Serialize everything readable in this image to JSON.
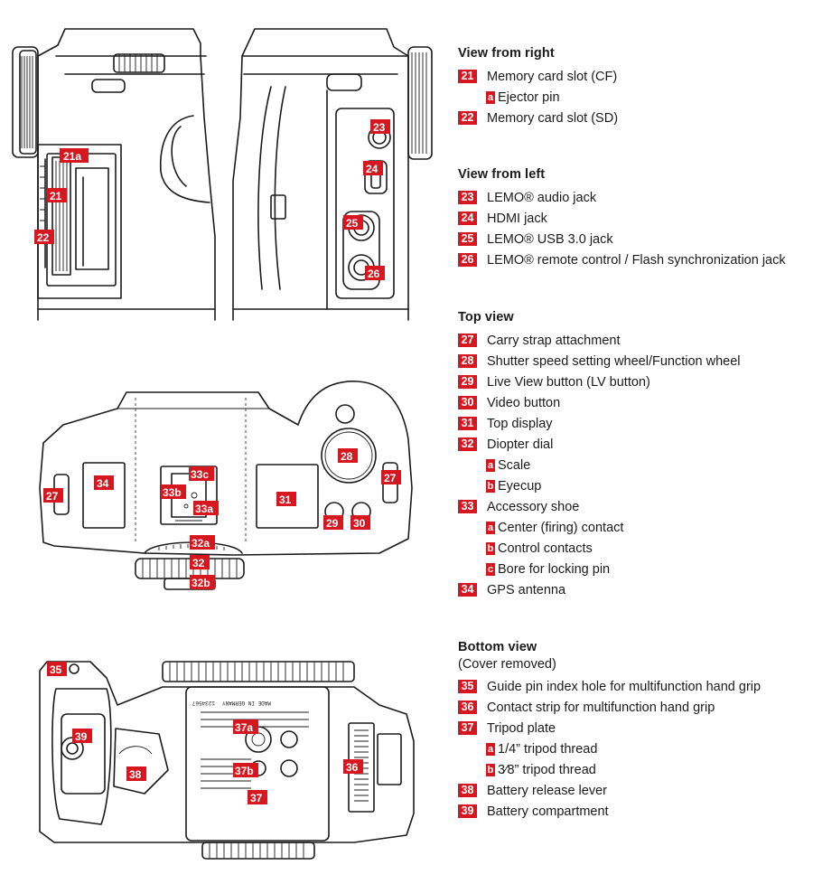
{
  "sections": [
    {
      "title": "View from right",
      "subtitle": "",
      "items": [
        {
          "num": "21",
          "label": "Memory card slot (CF)",
          "subs": [
            {
              "letter": "a",
              "label": "Ejector pin"
            }
          ]
        },
        {
          "num": "22",
          "label": "Memory card slot (SD)",
          "subs": []
        }
      ]
    },
    {
      "title": "View from left",
      "subtitle": "",
      "items": [
        {
          "num": "23",
          "label": "LEMO® audio jack",
          "subs": []
        },
        {
          "num": "24",
          "label": "HDMI jack",
          "subs": []
        },
        {
          "num": "25",
          "label": "LEMO® USB 3.0 jack",
          "subs": []
        },
        {
          "num": "26",
          "label": "LEMO® remote control / Flash synchronization jack",
          "subs": []
        }
      ]
    },
    {
      "title": "Top view",
      "subtitle": "",
      "items": [
        {
          "num": "27",
          "label": "Carry strap attachment",
          "subs": []
        },
        {
          "num": "28",
          "label": "Shutter speed setting wheel/Function wheel",
          "subs": []
        },
        {
          "num": "29",
          "label": "Live View button (LV button)",
          "subs": []
        },
        {
          "num": "30",
          "label": "Video button",
          "subs": []
        },
        {
          "num": "31",
          "label": "Top display",
          "subs": []
        },
        {
          "num": "32",
          "label": "Diopter dial",
          "subs": [
            {
              "letter": "a",
              "label": "Scale"
            },
            {
              "letter": "b",
              "label": "Eyecup"
            }
          ]
        },
        {
          "num": "33",
          "label": "Accessory shoe",
          "subs": [
            {
              "letter": "a",
              "label": "Center (firing) contact"
            },
            {
              "letter": "b",
              "label": "Control contacts"
            },
            {
              "letter": "c",
              "label": "Bore for locking pin"
            }
          ]
        },
        {
          "num": "34",
          "label": "GPS antenna",
          "subs": []
        }
      ]
    },
    {
      "title": "Bottom view",
      "subtitle": "(Cover removed)",
      "items": [
        {
          "num": "35",
          "label": "Guide pin index hole for multifunction hand grip",
          "subs": []
        },
        {
          "num": "36",
          "label": "Contact strip for multifunction hand grip",
          "subs": []
        },
        {
          "num": "37",
          "label": "Tripod plate",
          "subs": [
            {
              "letter": "a",
              "label": "1/4” tripod thread"
            },
            {
              "letter": "b",
              "label": "3⁄8” tripod thread"
            }
          ]
        },
        {
          "num": "38",
          "label": "Battery release lever",
          "subs": []
        },
        {
          "num": "39",
          "label": "Battery compartment",
          "subs": []
        }
      ]
    }
  ],
  "callouts": [
    "21a",
    "21",
    "22",
    "23",
    "24",
    "25",
    "26",
    "27",
    "34",
    "33c",
    "33b",
    "33a",
    "31",
    "28",
    "27",
    "29",
    "30",
    "32a",
    "32",
    "32b",
    "35",
    "39",
    "38",
    "37a",
    "37b",
    "37",
    "36"
  ],
  "plate_text": [
    "1234567",
    "MADE IN GERMANY"
  ]
}
